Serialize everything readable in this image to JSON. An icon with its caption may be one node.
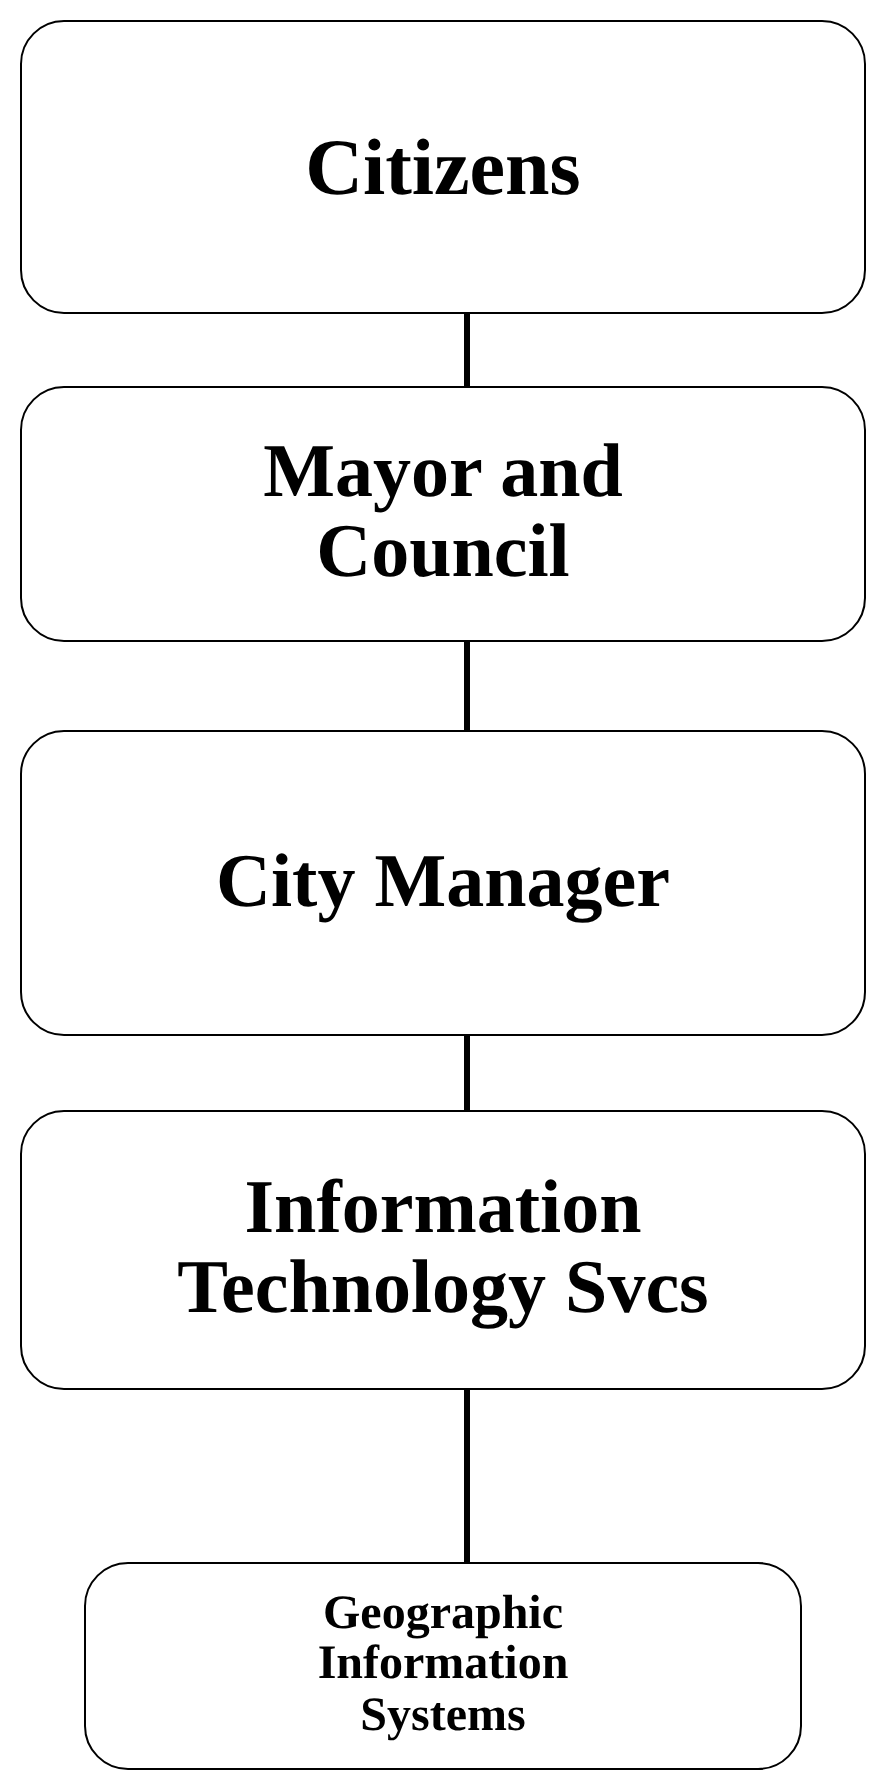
{
  "diagram": {
    "nodes": [
      {
        "text": [
          "Citizens"
        ]
      },
      {
        "text": [
          "Mayor and Council"
        ]
      },
      {
        "text": [
          "City Manager"
        ]
      },
      {
        "text": [
          "Information Technology Svcs"
        ]
      },
      {
        "text": [
          "Geographic Information Systems"
        ]
      }
    ],
    "edges": [
      {
        "from": 0,
        "to": 1,
        "arrow": "none"
      },
      {
        "from": 1,
        "to": 2,
        "arrow": "none"
      },
      {
        "from": 2,
        "to": 3,
        "arrow": "none"
      },
      {
        "from": 3,
        "to": 4,
        "arrow": "none"
      }
    ]
  }
}
